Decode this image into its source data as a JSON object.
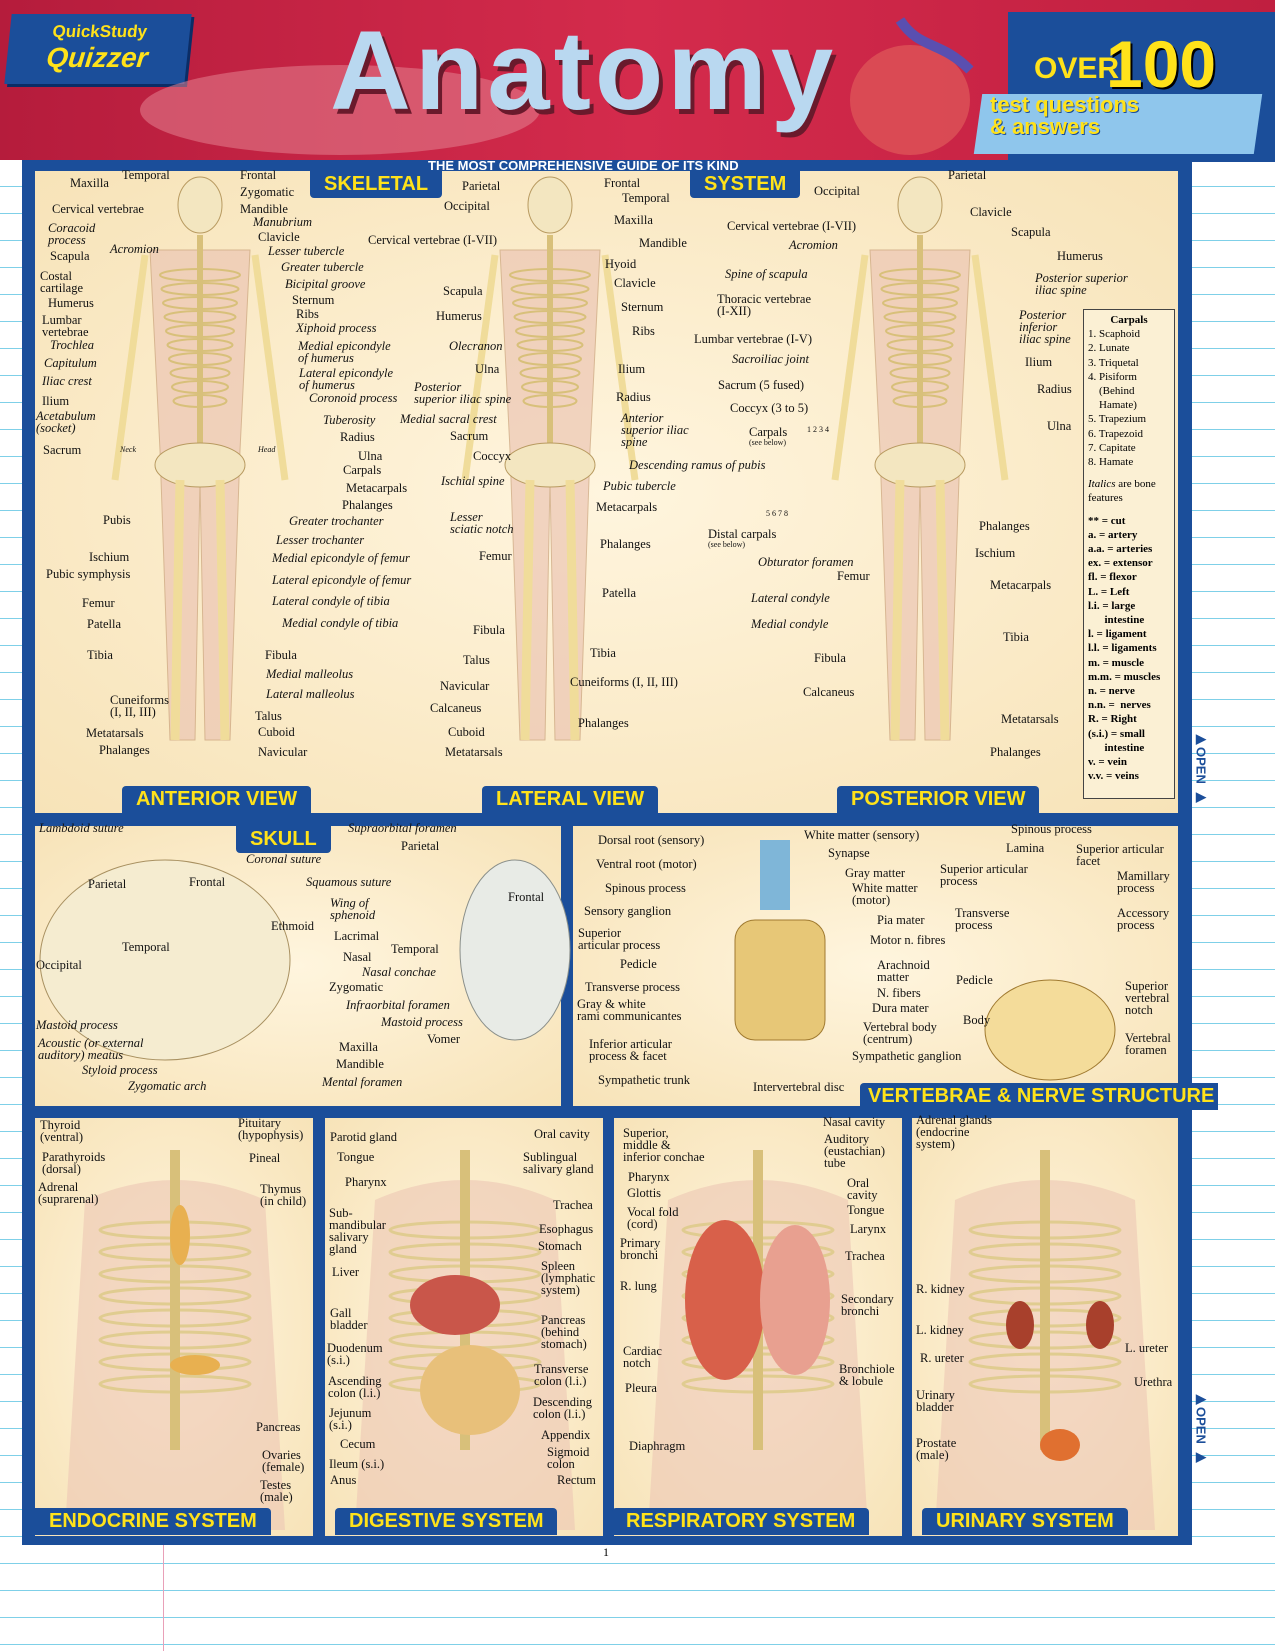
{
  "header": {
    "brand_line1": "QuickStudy",
    "brand_line2": "Quizzer",
    "title": "Anatomy",
    "badge_over": "OVER",
    "badge_number": "100",
    "badge_text": "test questions\n& answers",
    "tagline": "THE MOST COMPREHENSIVE GUIDE OF ITS KIND"
  },
  "colors": {
    "header_red": "#c8203f",
    "frame_blue": "#1b4e9a",
    "heading_yellow": "#ffe21a",
    "panel_beige": "#f7e3b8"
  },
  "headings": {
    "skeletal": "SKELETAL",
    "system": "SYSTEM",
    "anterior": "ANTERIOR VIEW",
    "lateral": "LATERAL VIEW",
    "posterior": "POSTERIOR VIEW",
    "skull": "SKULL",
    "vertebrae": "VERTEBRAE & NERVE STRUCTURE",
    "endocrine": "ENDOCRINE SYSTEM",
    "digestive": "DIGESTIVE SYSTEM",
    "respiratory": "RESPIRATORY SYSTEM",
    "urinary": "URINARY SYSTEM"
  },
  "legend": {
    "carpals_title": "Carpals",
    "carpals": [
      "1. Scaphoid",
      "2. Lunate",
      "3. Triquetal",
      "4. Pisiform\n    (Behind\n    Hamate)",
      "5. Trapezium",
      "6. Trapezoid",
      "7. Capitate",
      "8. Hamate"
    ],
    "italics_note_word": "Italics",
    "italics_note_rest": " are bone features",
    "abbreviations": [
      "** = cut",
      "a. = artery",
      "a.a. = arteries",
      "ex. = extensor",
      "fl. = flexor",
      "L. = Left",
      "l.i. = large\n      intestine",
      "l. = ligament",
      "l.l. = ligaments",
      "m. = muscle",
      "m.m. = muscles",
      "n. = nerve",
      "n.n. =  nerves",
      "R. = Right",
      "(s.i.) = small\n      intestine",
      "v. = vein",
      "v.v. = veins"
    ]
  },
  "side_tab": "OPEN",
  "page_number": "1",
  "panels": {
    "anterior": {
      "labels": [
        "Maxilla",
        "Temporal",
        "Frontal",
        "Zygomatic",
        "Mandible",
        "Cervical vertebrae",
        "Coracoid\nprocess",
        "Manubrium",
        "Acromion",
        "Clavicle",
        "Scapula",
        "Lesser tubercle",
        "Costal\ncartilage",
        "Greater tubercle",
        "Bicipital groove",
        "Humerus",
        "Sternum",
        "Ribs",
        "Lumbar\nvertebrae",
        "Xiphoid process",
        "Trochlea",
        "Medial epicondyle\nof humerus",
        "Capitulum",
        "Lateral epicondyle\nof humerus",
        "Iliac crest",
        "Coronoid process",
        "Ilium",
        "Acetabulum\n(socket)",
        "Tuberosity",
        "Radius",
        "Sacrum",
        "Neck",
        "Head",
        "Ulna",
        "Carpals",
        "Metacarpals",
        "Phalanges",
        "Pubis",
        "Greater trochanter",
        "Lesser trochanter",
        "Ischium",
        "Medial epicondyle of femur",
        "Pubic symphysis",
        "Lateral epicondyle of femur",
        "Femur",
        "Lateral condyle of tibia",
        "Patella",
        "Medial condyle of tibia",
        "Tibia",
        "Fibula",
        "Medial malleolus",
        "Lateral malleolus",
        "Cuneiforms\n(I, II, III)",
        "Talus",
        "Cuboid",
        "Metatarsals",
        "Phalanges",
        "Navicular"
      ]
    },
    "lateral": {
      "labels": [
        "Parietal",
        "Frontal",
        "Occipital",
        "Temporal",
        "Maxilla",
        "Cervical vertebrae (I-VII)",
        "Mandible",
        "Hyoid",
        "Clavicle",
        "Scapula",
        "Sternum",
        "Humerus",
        "Ribs",
        "Olecranon",
        "Ulna",
        "Ilium",
        "Posterior\nsuperior iliac spine",
        "Radius",
        "Medial sacral crest",
        "Anterior\nsuperior iliac\nspine",
        "Sacrum",
        "Coccyx",
        "Descending ramus of pubis",
        "Ischial spine",
        "Pubic tubercle",
        "Metacarpals",
        "Lesser\nsciatic notch",
        "Phalanges",
        "Femur",
        "Patella",
        "Fibula",
        "Tibia",
        "Talus",
        "Cuneiforms (I, II, III)",
        "Navicular",
        "Calcaneus",
        "Phalanges",
        "Cuboid",
        "Metatarsals"
      ]
    },
    "posterior": {
      "labels": [
        "Parietal",
        "Occipital",
        "Clavicle",
        "Scapula",
        "Cervical vertebrae (I-VII)",
        "Acromion",
        "Humerus",
        "Spine of scapula",
        "Posterior superior\niliac spine",
        "Thoracic vertebrae\n(I-XII)",
        "Posterior\ninferior\niliac spine",
        "Lumbar vertebrae (I-V)",
        "Sacroiliac joint",
        "Ilium",
        "Sacrum (5 fused)",
        "Radius",
        "Coccyx (3 to 5)",
        "Carpals",
        "(see below)",
        "1  2 3 4",
        "Ulna",
        "Distal carpals",
        "(see below)",
        "5 6 7 8",
        "Phalanges",
        "Ischium",
        "Obturator foramen",
        "Femur",
        "Metacarpals",
        "Lateral condyle",
        "Medial condyle",
        "Tibia",
        "Fibula",
        "Calcaneus",
        "Metatarsals",
        "Phalanges"
      ]
    },
    "skull": {
      "labels": [
        "Lambdoid suture",
        "Supraorbital foramen",
        "Parietal",
        "Coronal suture",
        "Parietal",
        "Frontal",
        "Squamous suture",
        "Frontal",
        "Wing of\nsphenoid",
        "Ethmoid",
        "Temporal",
        "Lacrimal",
        "Temporal",
        "Nasal",
        "Nasal conchae",
        "Occipital",
        "Zygomatic",
        "Infraorbital foramen",
        "Mastoid process",
        "Mastoid process",
        "Acoustic (or external\nauditory) meatus",
        "Vomer",
        "Maxilla",
        "Mandible",
        "Styloid process",
        "Mental foramen",
        "Zygomatic arch"
      ]
    },
    "vertebrae": {
      "labels": [
        "Dorsal root (sensory)",
        "White matter (sensory)",
        "Ventral root (motor)",
        "Synapse",
        "Gray matter",
        "Spinous process",
        "White matter\n(motor)",
        "Sensory ganglion",
        "Pia mater",
        "Superior\narticular process",
        "Motor n. fibres",
        "Pedicle",
        "Arachnoid\nmatter",
        "Transverse process",
        "N. fibers",
        "Gray & white\nrami communicantes",
        "Dura mater",
        "Inferior articular\nprocess & facet",
        "Vertebral body\n(centrum)",
        "Sympathetic ganglion",
        "Sympathetic trunk",
        "Intervertebral disc",
        "Spinous process",
        "Lamina",
        "Superior articular\nfacet",
        "Superior articular\nprocess",
        "Mamillary\nprocess",
        "Transverse\nprocess",
        "Accessory\nprocess",
        "Pedicle",
        "Superior\nvertebral\nnotch",
        "Body",
        "Vertebral\nforamen"
      ]
    },
    "endocrine": {
      "labels": [
        "Thyroid\n(ventral)",
        "Pituitary\n(hypophysis)",
        "Parathyroids\n(dorsal)",
        "Pineal",
        "Adrenal\n(suprarenal)",
        "Thymus\n(in child)",
        "Pancreas",
        "Ovaries\n(female)",
        "Testes\n(male)"
      ]
    },
    "digestive": {
      "labels": [
        "Parotid gland",
        "Oral cavity",
        "Tongue",
        "Sublingual\nsalivary gland",
        "Pharynx",
        "Trachea",
        "Sub-\nmandibular\nsalivary\ngland",
        "Esophagus",
        "Stomach",
        "Liver",
        "Spleen\n(lymphatic\nsystem)",
        "Gall\nbladder",
        "Pancreas\n(behind\nstomach)",
        "Duodenum\n(s.i.)",
        "Transverse\ncolon (l.i.)",
        "Ascending\ncolon (l.i.)",
        "Descending\ncolon (l.i.)",
        "Jejunum\n(s.i.)",
        "Appendix",
        "Cecum",
        "Sigmoid\ncolon",
        "Ileum (s.i.)",
        "Anus",
        "Rectum"
      ]
    },
    "respiratory": {
      "labels": [
        "Superior,\nmiddle &\ninferior conchae",
        "Nasal cavity",
        "Auditory\n(eustachian)\ntube",
        "Pharynx",
        "Oral\ncavity",
        "Glottis",
        "Tongue",
        "Vocal fold\n(cord)",
        "Larynx",
        "Primary\nbronchi",
        "Trachea",
        "R. lung",
        "Secondary\nbronchi",
        "Cardiac\nnotch",
        "Bronchiole\n& lobule",
        "Pleura",
        "Diaphragm"
      ]
    },
    "urinary": {
      "labels": [
        "Adrenal glands\n(endocrine\nsystem)",
        "R. kidney",
        "L. kidney",
        "R. ureter",
        "L. ureter",
        "Urethra",
        "Urinary\nbladder",
        "Prostate\n(male)"
      ]
    }
  }
}
